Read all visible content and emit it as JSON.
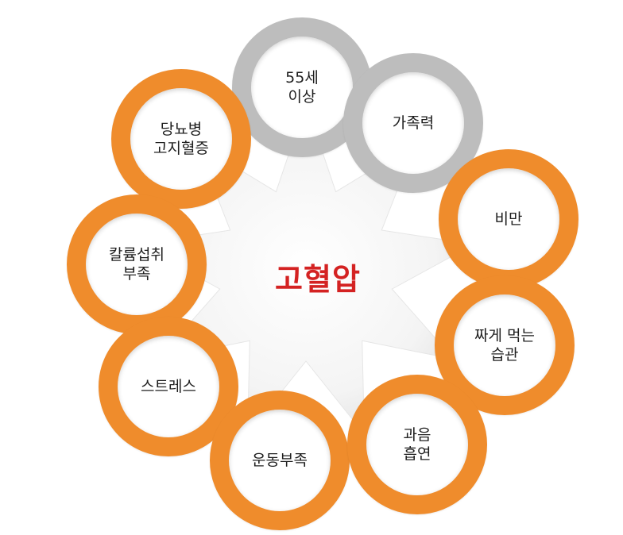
{
  "center": {
    "label": "고혈압"
  },
  "factors": [
    {
      "label": "55세\n이상",
      "group": "non-modifiable"
    },
    {
      "label": "가족력",
      "group": "non-modifiable"
    },
    {
      "label": "비만",
      "group": "modifiable"
    },
    {
      "label": "짜게 먹는\n습관",
      "group": "modifiable"
    },
    {
      "label": "과음\n흡연",
      "group": "modifiable"
    },
    {
      "label": "운동부족",
      "group": "modifiable"
    },
    {
      "label": "스트레스",
      "group": "modifiable"
    },
    {
      "label": "칼륨섭취\n부족",
      "group": "modifiable"
    },
    {
      "label": "당뇨병\n고지혈증",
      "group": "modifiable"
    }
  ],
  "colors": {
    "center_text": "#d42222",
    "modifiable": "#ef8c2c",
    "non_modifiable": "#bdbdbd",
    "star_fill": "#f4f4f4",
    "star_edge": "#e2e2e2"
  }
}
